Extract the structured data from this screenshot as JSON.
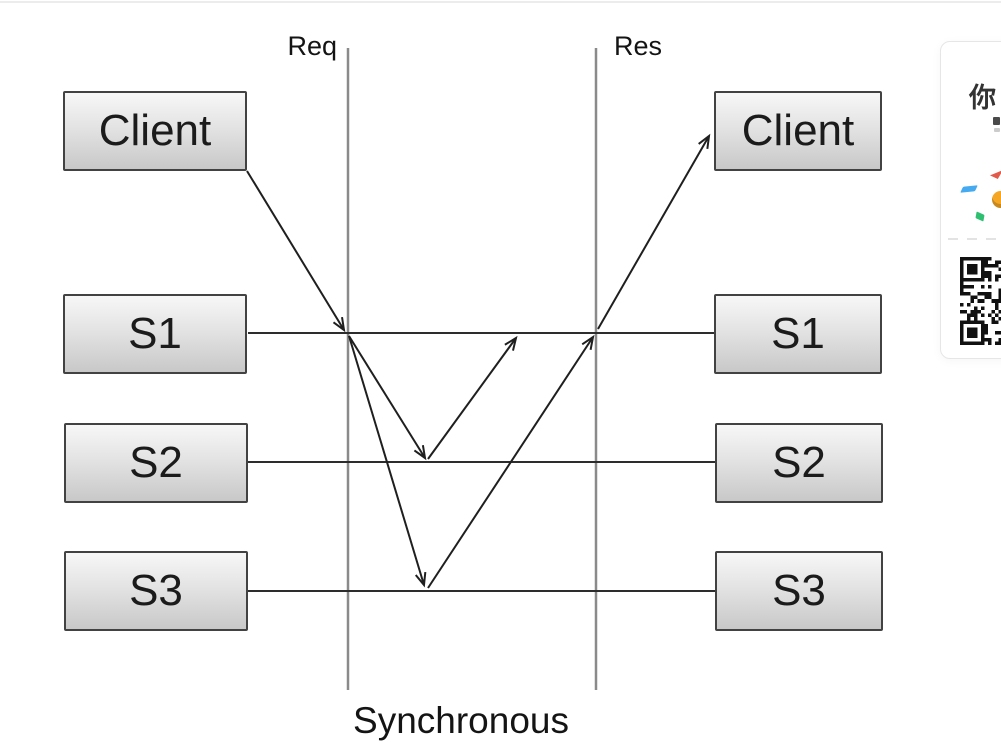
{
  "diagram": {
    "req_label": "Req",
    "res_label": "Res",
    "caption": "Synchronous",
    "nodes": [
      "Client",
      "S1",
      "S2",
      "S3"
    ],
    "flow": {
      "type": "synchronous-call-sequence",
      "messages": [
        "Client -> S1 (crosses Req line)",
        "S1 -> S2",
        "S1 -> S3",
        "S2 -> S1",
        "S3 -> S1 (crosses Res line)",
        "S1 -> Client"
      ]
    },
    "colors": {
      "message_line": "#1f1f1f",
      "rail_line": "#2d2d2d",
      "lifeline": "#8a8a8a",
      "node_border": "#424242",
      "node_fill_top": "#f7f7f7",
      "node_fill_bottom": "#c8c8c8"
    }
  },
  "promo_card": {
    "title_fragment": "你",
    "confetti_colors": {
      "red": "#e25a4a",
      "blue": "#45aaf0",
      "orange": "#f5a623",
      "green": "#2fbf71"
    },
    "qr": {
      "modules": 25,
      "seed": 7
    }
  }
}
